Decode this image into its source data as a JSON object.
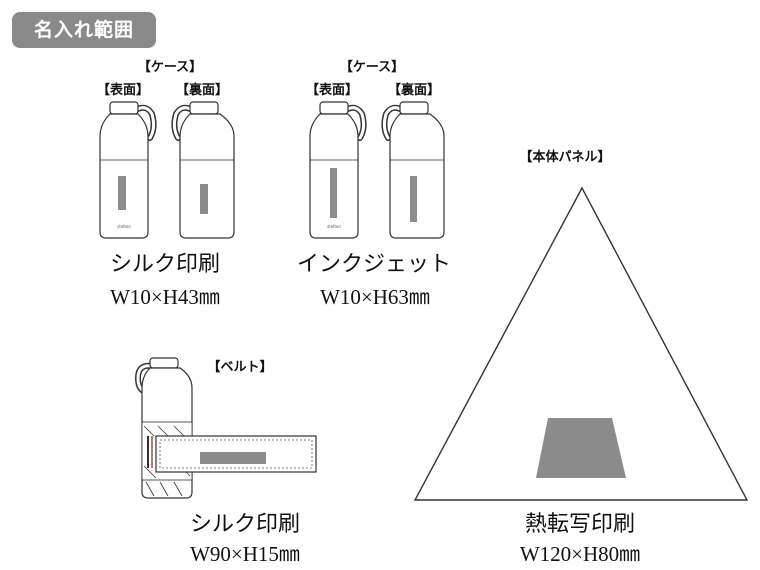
{
  "header": {
    "title": "名入れ範囲"
  },
  "sections": {
    "silk": {
      "group_label": "【ケース】",
      "front_label": "【表面】",
      "back_label": "【裏面】",
      "bottle_brand": "stelton",
      "method": "シルク印刷",
      "size": "W10×H43㎜"
    },
    "inkjet": {
      "group_label": "【ケース】",
      "front_label": "【表面】",
      "back_label": "【裏面】",
      "bottle_brand": "stelton",
      "method": "インクジェット",
      "size": "W10×H63㎜"
    },
    "belt": {
      "label": "【ベルト】",
      "method": "シルク印刷",
      "size": "W90×H15㎜"
    },
    "panel": {
      "label": "【本体パネル】",
      "method": "熱転写印刷",
      "size": "W120×H80㎜"
    }
  },
  "colors": {
    "badge": "#8a8a8a",
    "print_area": "#8c8c8c",
    "outline": "#333333"
  }
}
